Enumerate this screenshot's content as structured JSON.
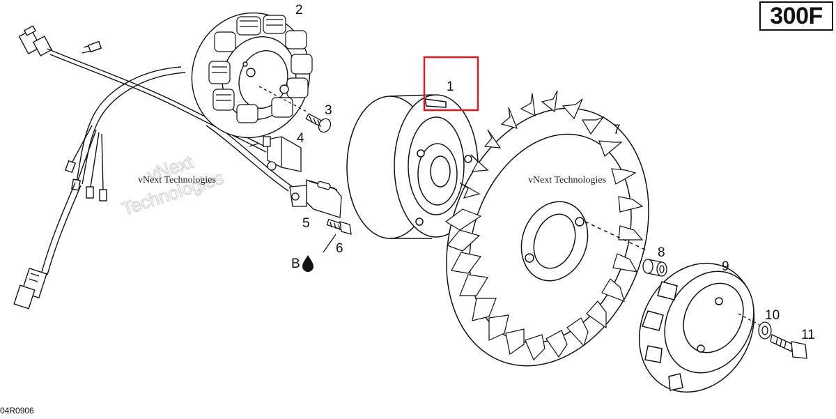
{
  "diagram": {
    "model_badge": "300F",
    "drawing_code": "04R0906",
    "callouts": [
      "1",
      "2",
      "3",
      "4",
      "5",
      "6",
      "8",
      "9",
      "10",
      "11",
      "7"
    ],
    "loctite_mark": "B",
    "watermark_small": "vNext Technologies",
    "watermark_big_line1": "vNext",
    "watermark_big_line2": "Technologies",
    "highlight_color": "#e0181c",
    "highlighted_callout": "1"
  }
}
